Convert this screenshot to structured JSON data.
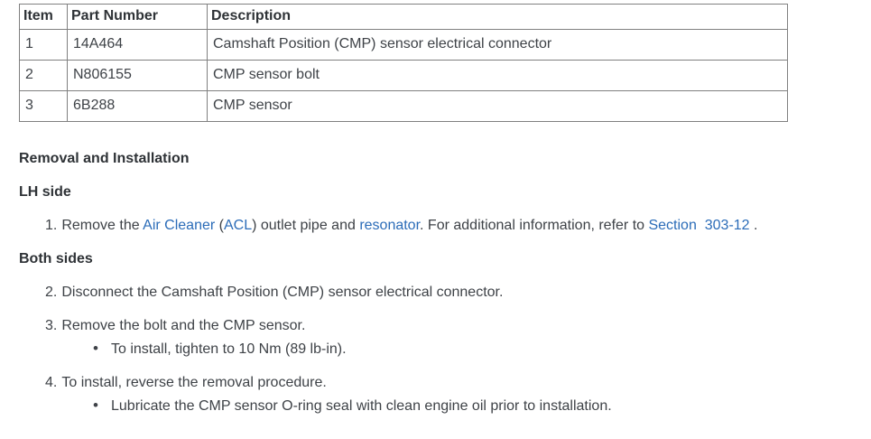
{
  "table": {
    "headers": [
      "Item",
      "Part Number",
      "Description"
    ],
    "rows": [
      {
        "item": "1",
        "part_number": "14A464",
        "description": "Camshaft Position (CMP) sensor electrical connector"
      },
      {
        "item": "2",
        "part_number": "N806155",
        "description": "CMP sensor bolt"
      },
      {
        "item": "3",
        "part_number": "6B288",
        "description": "CMP sensor"
      }
    ]
  },
  "headings": {
    "removal_installation": "Removal and Installation",
    "lh_side": "LH side",
    "both_sides": "Both sides"
  },
  "steps": {
    "step1": {
      "number": "1.",
      "segments": [
        {
          "text": "Remove the "
        },
        {
          "text": "Air Cleaner"
        },
        {
          "text": " ("
        },
        {
          "text": "ACL"
        },
        {
          "text": ") outlet pipe and "
        },
        {
          "text": "resonator"
        },
        {
          "text": ". For additional information, refer to "
        },
        {
          "text": "Section  303-12"
        },
        {
          "text": " ."
        }
      ]
    },
    "step2": {
      "number": "2.",
      "text": "Disconnect the Camshaft Position (CMP) sensor electrical connector."
    },
    "step3": {
      "number": "3.",
      "text": "Remove the bolt and the CMP sensor.",
      "bullet": "To install, tighten to 10 Nm (89 lb-in)."
    },
    "step4": {
      "number": "4.",
      "text": "To install, reverse the removal procedure.",
      "bullet": "Lubricate the CMP sensor O-ring seal with clean engine oil prior to installation."
    }
  },
  "colors": {
    "link": "#2b6cb8",
    "body_text": "#3e4247",
    "heading_text": "#2e3236",
    "table_border": "#808080"
  }
}
